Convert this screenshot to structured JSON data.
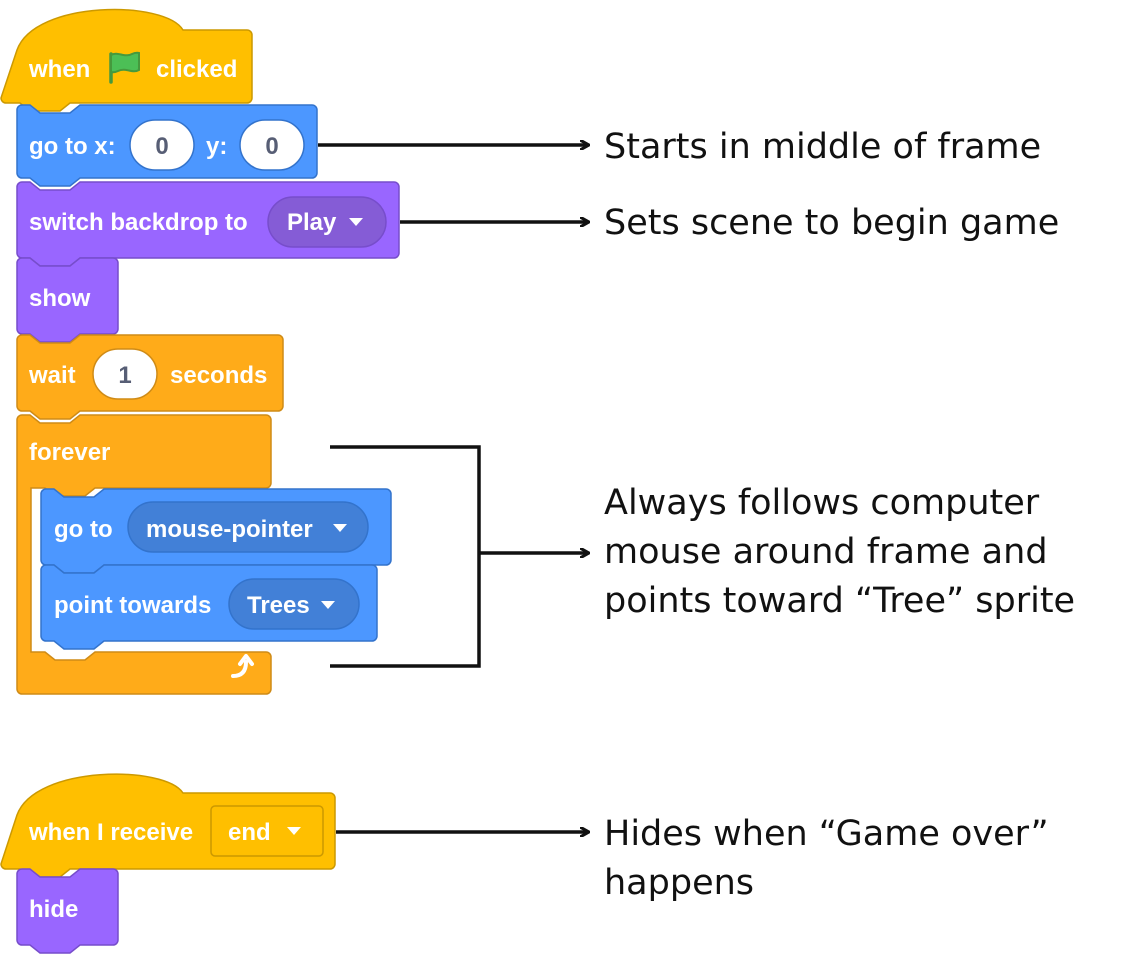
{
  "script1": {
    "hat": {
      "when": "when",
      "clicked": "clicked",
      "icon": "green-flag-icon"
    },
    "goto_xy": {
      "label": "go to x:",
      "x_value": "0",
      "y_label": "y:",
      "y_value": "0"
    },
    "switch_backdrop": {
      "label": "switch backdrop to",
      "value": "Play"
    },
    "show": {
      "label": "show"
    },
    "wait": {
      "label": "wait",
      "value": "1",
      "suffix": "seconds"
    },
    "forever": {
      "label": "forever",
      "loop_icon": "loop-arrow-icon"
    },
    "goto": {
      "label": "go to",
      "value": "mouse-pointer"
    },
    "point_towards": {
      "label": "point towards",
      "value": "Trees"
    }
  },
  "script2": {
    "hat": {
      "label": "when I receive",
      "value": "end"
    },
    "hide": {
      "label": "hide"
    }
  },
  "annotations": {
    "goto_xy": [
      "Starts in middle of frame"
    ],
    "switch_backdrop": [
      "Sets scene to begin game"
    ],
    "forever": [
      "Always follows computer",
      "mouse around frame and",
      "points toward “Tree” sprite"
    ],
    "receive": [
      "Hides when “Game over”",
      "happens"
    ]
  },
  "colors": {
    "events": "#ffbf00",
    "events_border": "#cc9900",
    "motion": "#4c97ff",
    "motion_border": "#3373cc",
    "looks": "#9966ff",
    "looks_border": "#774dcb",
    "control": "#ffab19",
    "control_border": "#cf8b17",
    "flag": "#4cbf56",
    "text": "#111111"
  }
}
